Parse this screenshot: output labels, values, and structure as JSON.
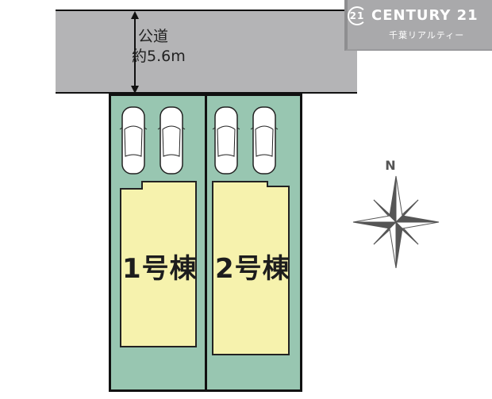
{
  "road": {
    "label_line1": "公道",
    "label_line2": "約5.6m",
    "color": "#b4b4b6"
  },
  "logo": {
    "emblem": "21",
    "brand": "CENTURY 21",
    "subtitle": "千葉リアルティー"
  },
  "lots": [
    {
      "label": "1号棟",
      "lot_color": "#98c6b1",
      "building_color": "#f6f2ad",
      "parking_spaces": 2
    },
    {
      "label": "2号棟",
      "lot_color": "#98c6b1",
      "building_color": "#f6f2ad",
      "parking_spaces": 2
    }
  ],
  "compass": {
    "north_label": "N",
    "color": "#555555"
  }
}
